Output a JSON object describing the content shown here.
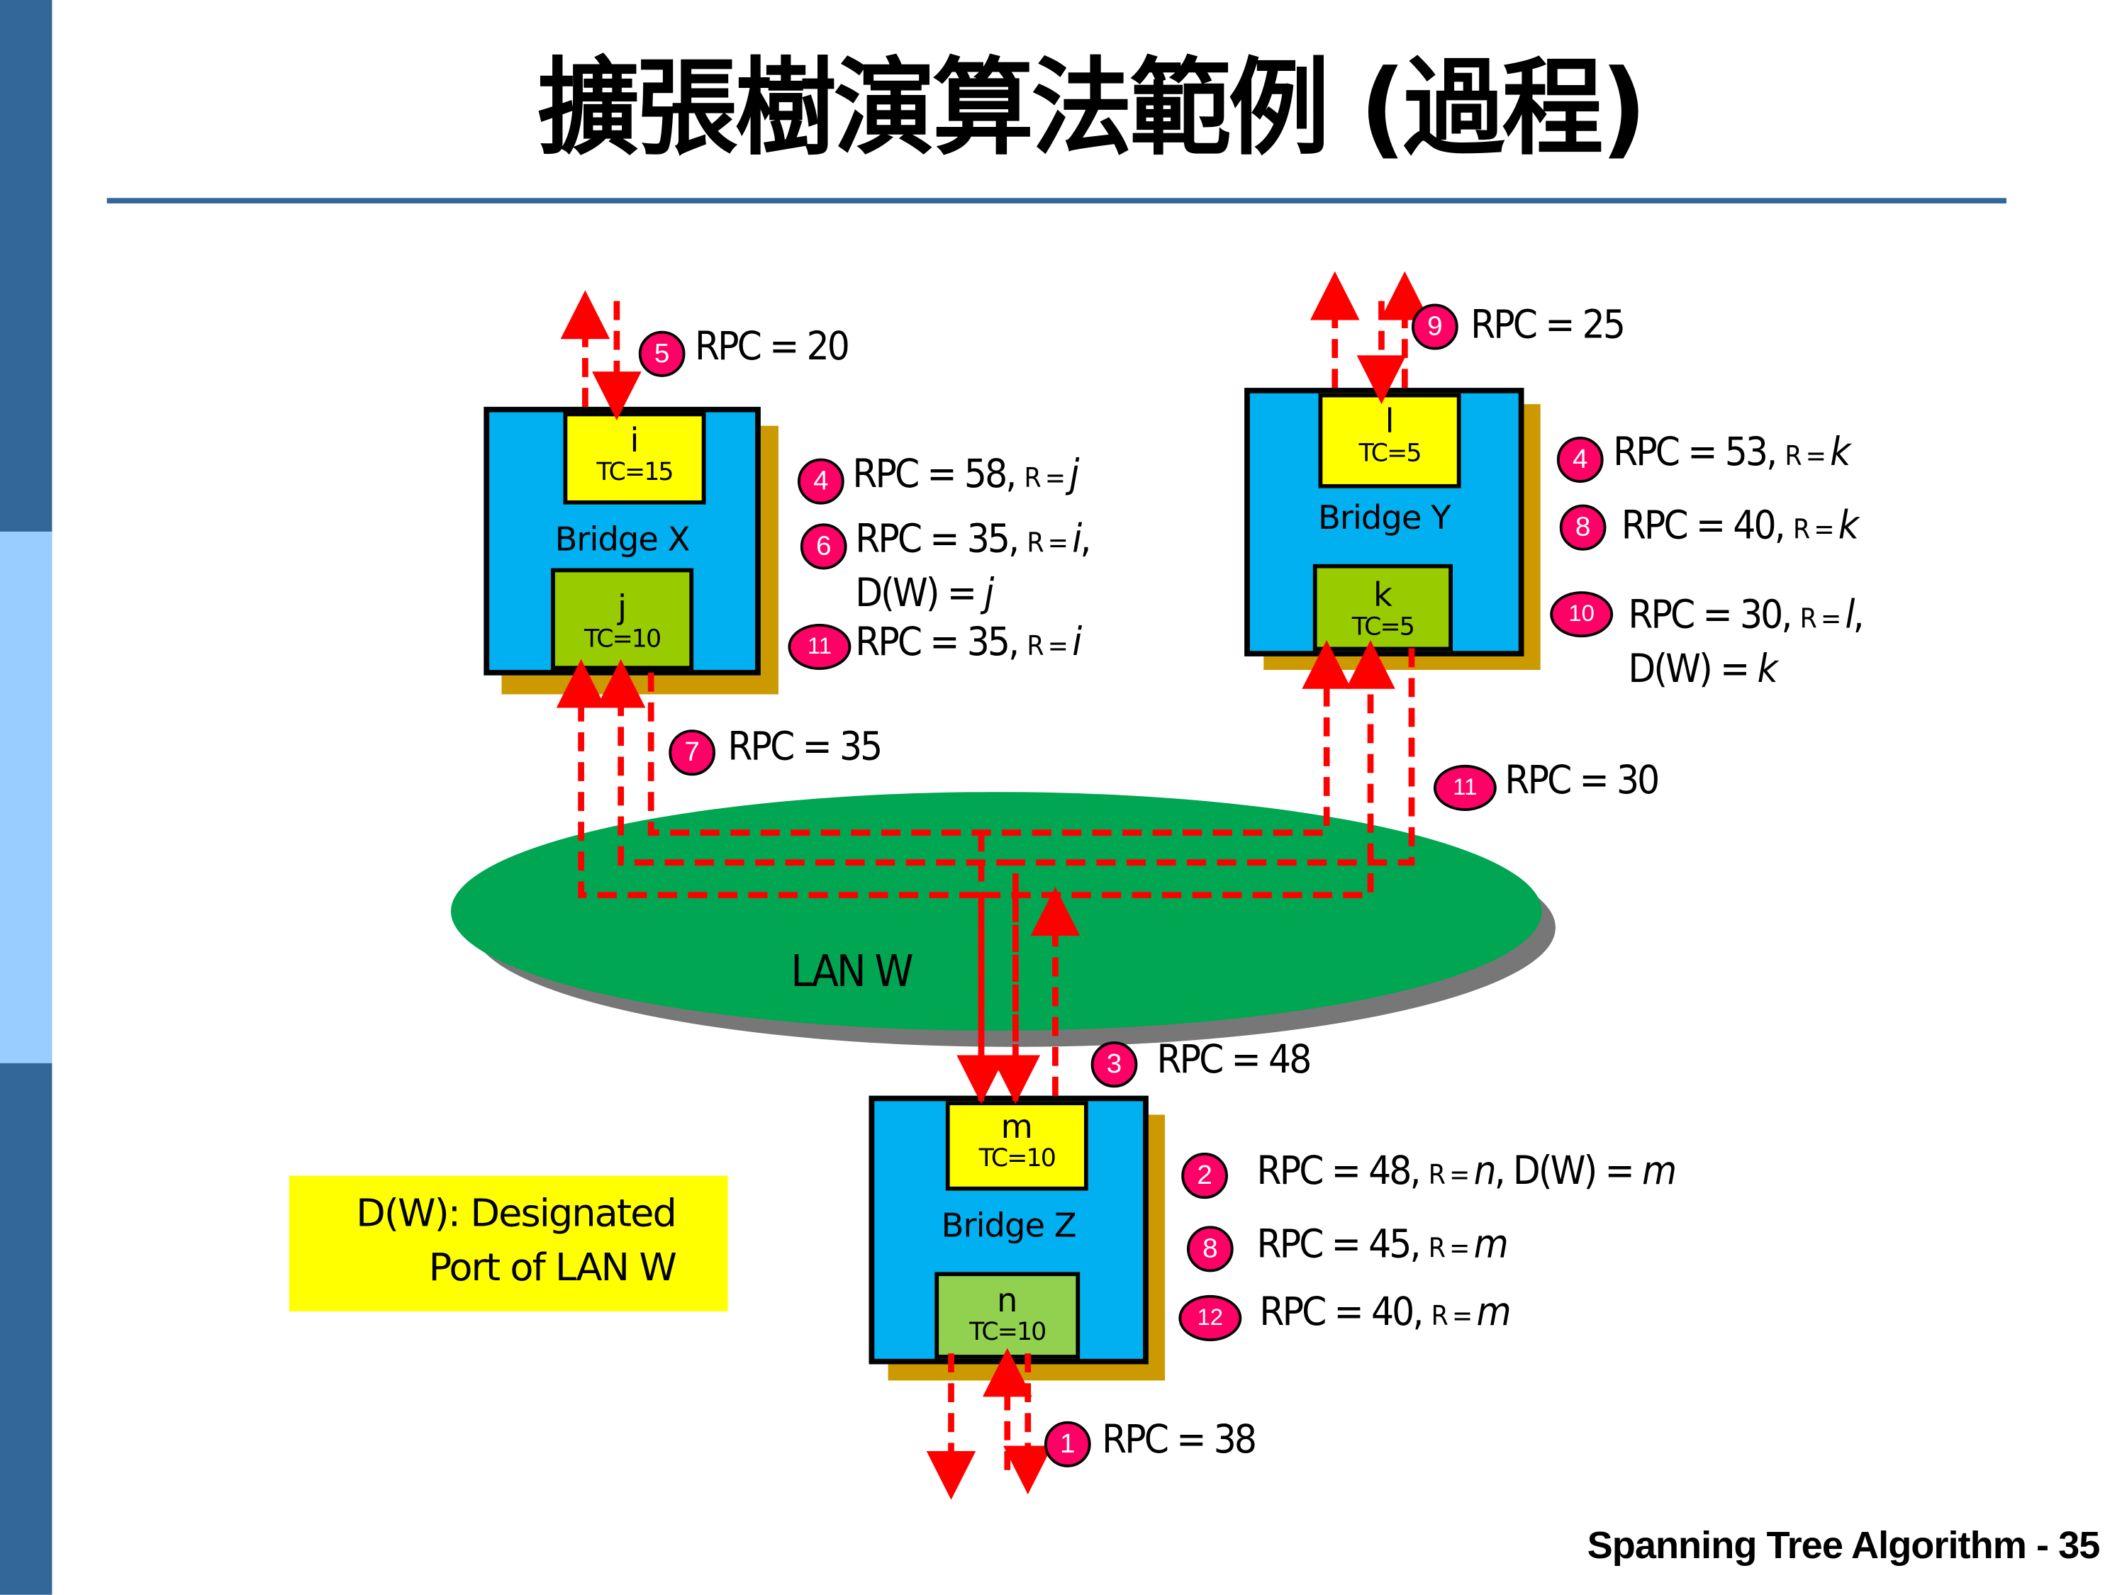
{
  "title": "擴張樹演算法範例 (過程)",
  "footer": "Spanning Tree Algorithm - 35",
  "colors": {
    "sidebar": "#336699",
    "bridge": "#00b0f0",
    "root_port": "#ffff00",
    "designated_port": "#99cc00",
    "lan": "#00a651",
    "arrow": "#ff0000",
    "badge": "#ff0066"
  },
  "lan": {
    "label": "LAN W"
  },
  "legend": {
    "line1": "D(W): Designated",
    "line2": "Port of LAN W"
  },
  "bridges": {
    "x": {
      "name": "Bridge X",
      "top_port": {
        "id": "i",
        "tc": "TC=15"
      },
      "bottom_port": {
        "id": "j",
        "tc": "TC=10"
      }
    },
    "y": {
      "name": "Bridge Y",
      "top_port": {
        "id": "l",
        "tc": "TC=5"
      },
      "bottom_port": {
        "id": "k",
        "tc": "TC=5"
      }
    },
    "z": {
      "name": "Bridge Z",
      "top_port": {
        "id": "m",
        "tc": "TC=10"
      },
      "bottom_port": {
        "id": "n",
        "tc": "TC=10"
      }
    }
  },
  "steps": [
    {
      "n": "1",
      "rpc": "RPC = 38"
    },
    {
      "n": "2",
      "rpc": "RPC = 48,",
      "r": "R = ",
      "rv": "n",
      "sep": ", D(W) = ",
      "dv": "m"
    },
    {
      "n": "3",
      "rpc": "RPC = 48"
    },
    {
      "n": "4",
      "rpc": "RPC = 58,",
      "r": "R = ",
      "rv": "j"
    },
    {
      "n": "4",
      "rpc": "RPC = 53,",
      "r": "R = ",
      "rv": "k"
    },
    {
      "n": "5",
      "rpc": "RPC = 20"
    },
    {
      "n": "6",
      "rpc": "RPC = 35,",
      "r": "R = ",
      "rv": "i",
      "tail": ",",
      "line2": "D(W) = ",
      "dv": "j"
    },
    {
      "n": "7",
      "rpc": "RPC = 35"
    },
    {
      "n": "8",
      "rpc": "RPC = 40,",
      "r": "R = ",
      "rv": "k"
    },
    {
      "n": "8",
      "rpc": "RPC = 45,",
      "r": "R = ",
      "rv": "m"
    },
    {
      "n": "9",
      "rpc": "RPC = 25"
    },
    {
      "n": "10",
      "rpc": "RPC = 30,",
      "r": "R = ",
      "rv": "l",
      "tail": ",",
      "line2": "D(W) = ",
      "dv": "k"
    },
    {
      "n": "11",
      "rpc": "RPC = 35,",
      "r": "R = ",
      "rv": "i"
    },
    {
      "n": "11",
      "rpc": "RPC = 30"
    },
    {
      "n": "12",
      "rpc": "RPC = 40,",
      "r": "R = ",
      "rv": "m"
    }
  ]
}
